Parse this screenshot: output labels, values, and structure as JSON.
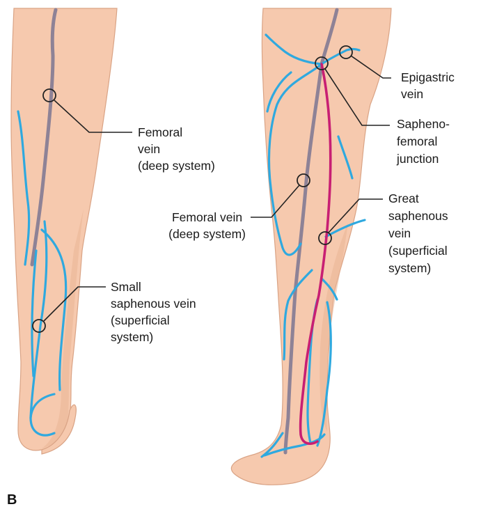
{
  "panel_letter": "B",
  "colors": {
    "skin": "#f6c9ae",
    "superficial_vein": "#2fa9df",
    "deep_vein": "#8e8296",
    "great_saphenous_vein": "#c81f73"
  },
  "left_leg": {
    "femoral_vein_label": [
      "Femoral",
      "vein",
      "(deep system)"
    ],
    "small_saphenous_label": [
      "Small",
      "saphenous vein",
      "(superficial",
      "system)"
    ]
  },
  "right_leg": {
    "epigastric_label": [
      "Epigastric",
      "vein"
    ],
    "saphenofemoral_label": [
      "Sapheno-",
      "femoral",
      "junction"
    ],
    "femoral_vein_label": [
      "Femoral vein",
      "(deep system)"
    ],
    "great_saphenous_label": [
      "Great",
      "saphenous",
      "vein",
      "(superficial",
      "system)"
    ]
  }
}
